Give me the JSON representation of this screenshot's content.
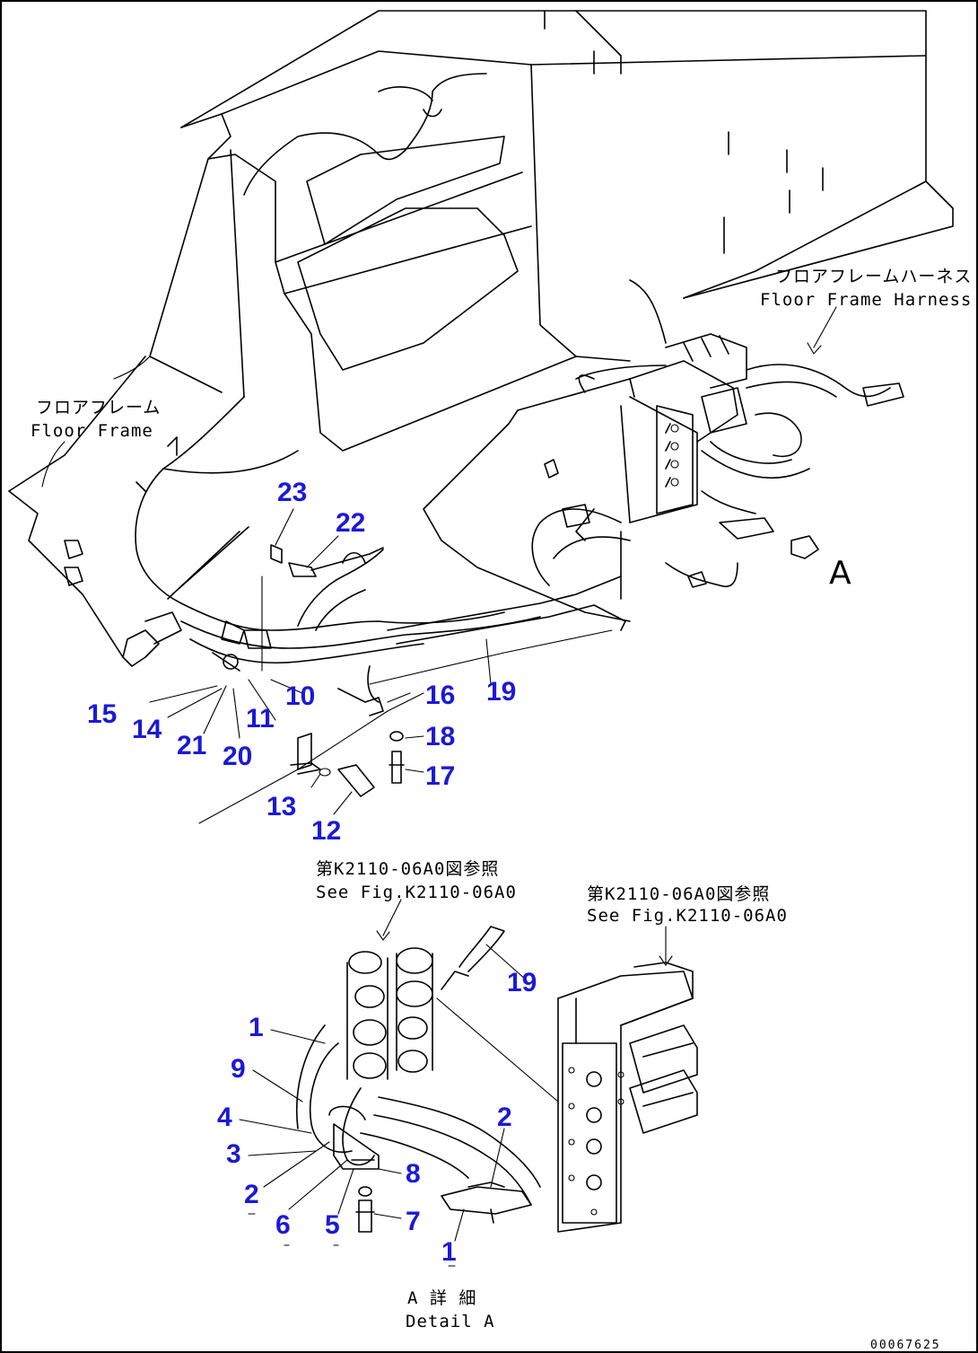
{
  "annotations": {
    "floor_frame_harness_jp": "フロアフレームハーネス",
    "floor_frame_harness_en": "Floor Frame Harness",
    "floor_frame_jp": "フロアフレーム",
    "floor_frame_en": "Floor Frame",
    "view_marker": "A",
    "see_fig_left_jp": "第K2110-06A0図参照",
    "see_fig_left_en": "See Fig.K2110-06A0",
    "see_fig_right_jp": "第K2110-06A0図参照",
    "see_fig_right_en": "See Fig.K2110-06A0",
    "detail_jp": "A 詳 細",
    "detail_en": "Detail A",
    "drawing_code": "00067625"
  },
  "callouts": [
    {
      "id": "c23",
      "text": "23"
    },
    {
      "id": "c22",
      "text": "22"
    },
    {
      "id": "c19a",
      "text": "19"
    },
    {
      "id": "c16",
      "text": "16"
    },
    {
      "id": "c10",
      "text": "10"
    },
    {
      "id": "c15",
      "text": "15"
    },
    {
      "id": "c14",
      "text": "14"
    },
    {
      "id": "c11",
      "text": "11"
    },
    {
      "id": "c21",
      "text": "21"
    },
    {
      "id": "c20",
      "text": "20"
    },
    {
      "id": "c18",
      "text": "18"
    },
    {
      "id": "c17",
      "text": "17"
    },
    {
      "id": "c13",
      "text": "13"
    },
    {
      "id": "c12",
      "text": "12"
    },
    {
      "id": "c19b",
      "text": "19"
    },
    {
      "id": "c1a",
      "text": "1"
    },
    {
      "id": "c9",
      "text": "9"
    },
    {
      "id": "c4",
      "text": "4"
    },
    {
      "id": "c3",
      "text": "3"
    },
    {
      "id": "c2a",
      "text": "2"
    },
    {
      "id": "c6",
      "text": "6"
    },
    {
      "id": "c5",
      "text": "5"
    },
    {
      "id": "c8",
      "text": "8"
    },
    {
      "id": "c7",
      "text": "7"
    },
    {
      "id": "c2b",
      "text": "2"
    },
    {
      "id": "c1b",
      "text": "1"
    }
  ]
}
